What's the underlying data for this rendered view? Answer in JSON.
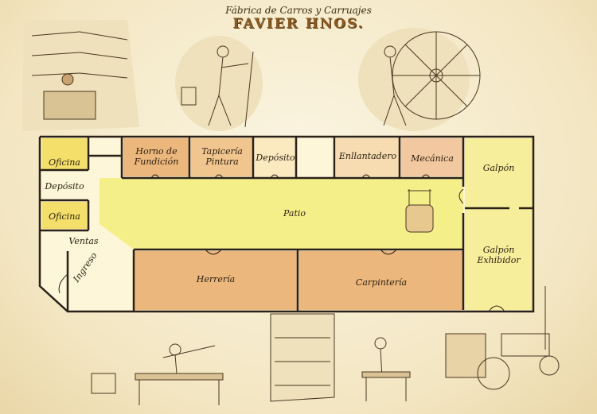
{
  "header": {
    "subtitle": "Fábrica de Carros y Carruajes",
    "brand": "FAVIER HNOS."
  },
  "rooms": {
    "oficina_1": "Oficina",
    "deposito_1": "Depósito",
    "oficina_2": "Oficina",
    "ventas": "Ventas",
    "ingreso": "Ingreso",
    "horno_1": "Horno de",
    "horno_2": "Fundición",
    "tapiceria_1": "Tapicería",
    "tapiceria_2": "Pintura",
    "deposito_2": "Depósito",
    "enllantadero": "Enllantadero",
    "mecanica": "Mecánica",
    "galpon": "Galpón",
    "patio": "Patio",
    "galpon_ex_1": "Galpón",
    "galpon_ex_2": "Exhibidor",
    "herreria": "Herrería",
    "carpinteria": "Carpintería"
  },
  "colors": {
    "wall": "#2b2118",
    "patio": "#f5ef8a",
    "workshop_orange": "#ecb77c",
    "cream": "#fdf6d9",
    "office_yellow": "#f3df6a"
  }
}
